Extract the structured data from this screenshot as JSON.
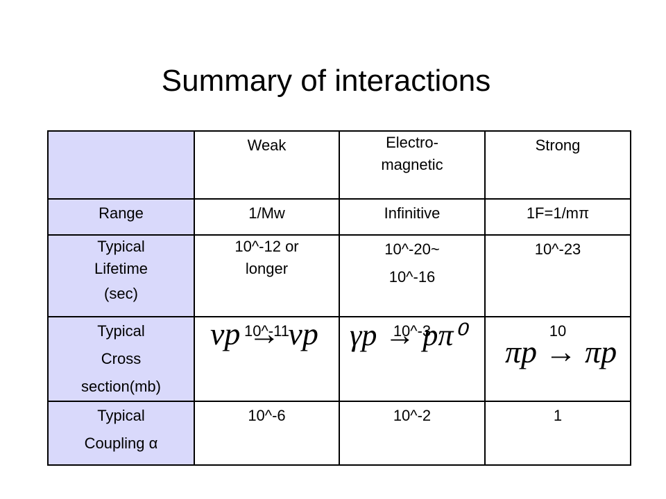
{
  "title": "Summary of interactions",
  "table": {
    "columns": [
      "Weak",
      "Electro-\nmagnetic",
      "Strong"
    ],
    "rows": [
      {
        "label": "Range",
        "values": [
          "1/Mw",
          "Infinitive",
          "1F=1/mπ"
        ]
      },
      {
        "label": "Typical\nLifetime\n(sec)",
        "values": [
          "10^-12 or\nlonger",
          "10^-20~\n10^-16",
          "10^-23"
        ]
      },
      {
        "label": "Typical\nCross\nsection(mb)",
        "values": [
          "10^-11",
          "10^-3",
          "10"
        ]
      },
      {
        "label": "Typical\nCoupling α",
        "values": [
          "10^-6",
          "10^-2",
          "1"
        ]
      }
    ],
    "reactions": [
      "νp → νp",
      "γp → pπ⁰",
      "πp → πp"
    ]
  }
}
